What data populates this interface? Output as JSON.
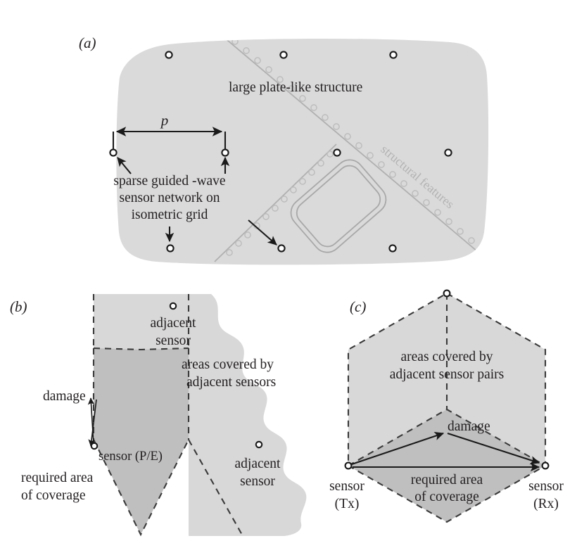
{
  "figure": {
    "panels": [
      {
        "id": "a",
        "label": "(a)",
        "annotations": {
          "structure_label": "large plate-like structure",
          "pitch_symbol": "p",
          "network_label_line1": "sparse guided -wave",
          "network_label_line2": "sensor network on",
          "network_label_line3": "isometric grid",
          "features_label": "structural features"
        },
        "sensor_count": 10
      },
      {
        "id": "b",
        "label": "(b)",
        "annotations": {
          "adjacent_sensor_top_line1": "adjacent",
          "adjacent_sensor_top_line2": "sensor",
          "areas_covered_line1": "areas covered by",
          "areas_covered_line2": "adjacent sensors",
          "damage_label": "damage",
          "sensor_pe_label": "sensor (P/E)",
          "required_area_line1": "required area",
          "required_area_line2": "of coverage",
          "adjacent_sensor_bottom_line1": "adjacent",
          "adjacent_sensor_bottom_line2": "sensor"
        }
      },
      {
        "id": "c",
        "label": "(c)",
        "annotations": {
          "areas_covered_line1": "areas covered by",
          "areas_covered_line2": "adjacent sensor pairs",
          "damage_label": "damage",
          "required_area_line1": "required area",
          "required_area_line2": "of coverage",
          "sensor_tx_line1": "sensor",
          "sensor_tx_line2": "(Tx)",
          "sensor_rx_line1": "sensor",
          "sensor_rx_line2": "(Rx)"
        }
      }
    ],
    "colors": {
      "background": "#ffffff",
      "plate_fill": "#dadada",
      "coverage_light": "#d8d8d8",
      "coverage_dark": "#bfbfbf",
      "dashed_stroke": "#3a3a3a",
      "rivet_gray": "#b0b0b0",
      "feature_text": "#b3b3b3",
      "ink": "#231f20",
      "sensor_fill": "#ffffff"
    }
  }
}
